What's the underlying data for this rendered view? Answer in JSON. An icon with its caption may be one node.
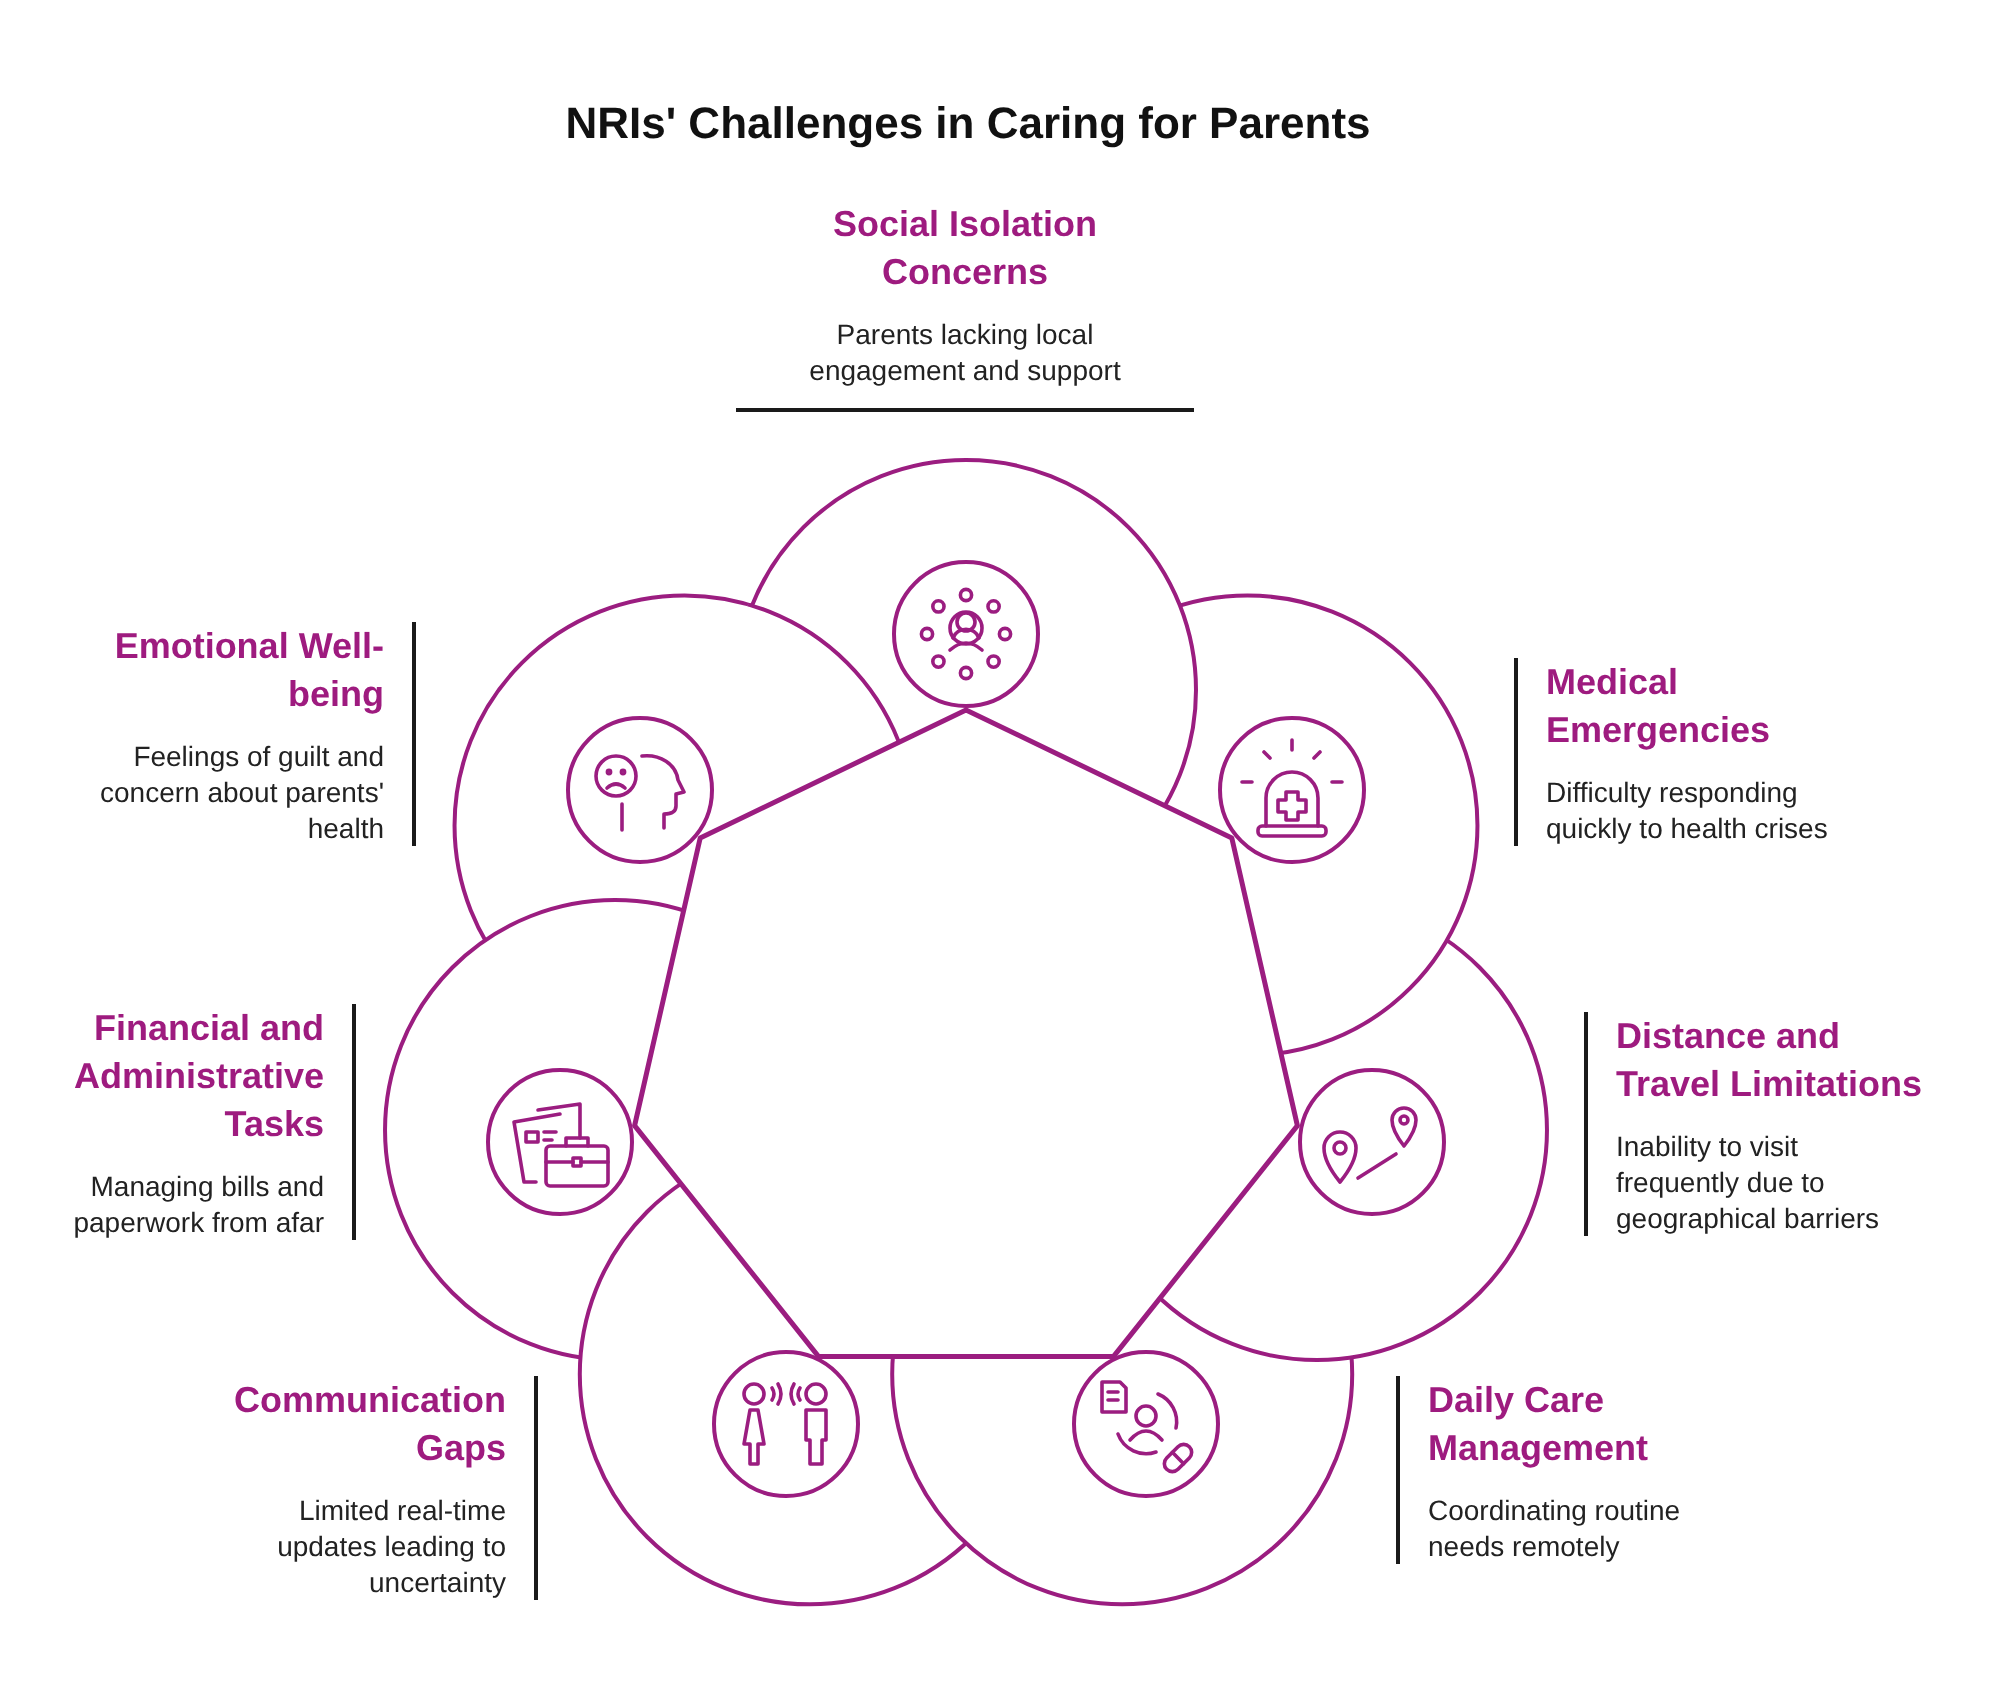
{
  "diagram": {
    "title": "NRIs' Challenges in Caring for Parents",
    "nodes": [
      {
        "text": [
          "Social Isolation Concerns",
          "Parents lacking local engagement and support"
        ]
      },
      {
        "text": [
          "Emotional Well-being",
          "Feelings of guilt and concern about parents' health"
        ]
      },
      {
        "text": [
          "Medical Emergencies",
          "Difficulty responding quickly to health crises"
        ]
      },
      {
        "text": [
          "Financial and Administrative Tasks",
          "Managing bills and paperwork from afar"
        ]
      },
      {
        "text": [
          "Distance and Travel Limitations",
          "Inability to visit frequently due to geographical barriers"
        ]
      },
      {
        "text": [
          "Communication Gaps",
          "Limited real-time updates leading to uncertainty"
        ]
      },
      {
        "text": [
          "Daily Care Management",
          "Coordinating routine needs remotely"
        ]
      }
    ],
    "edges": []
  }
}
